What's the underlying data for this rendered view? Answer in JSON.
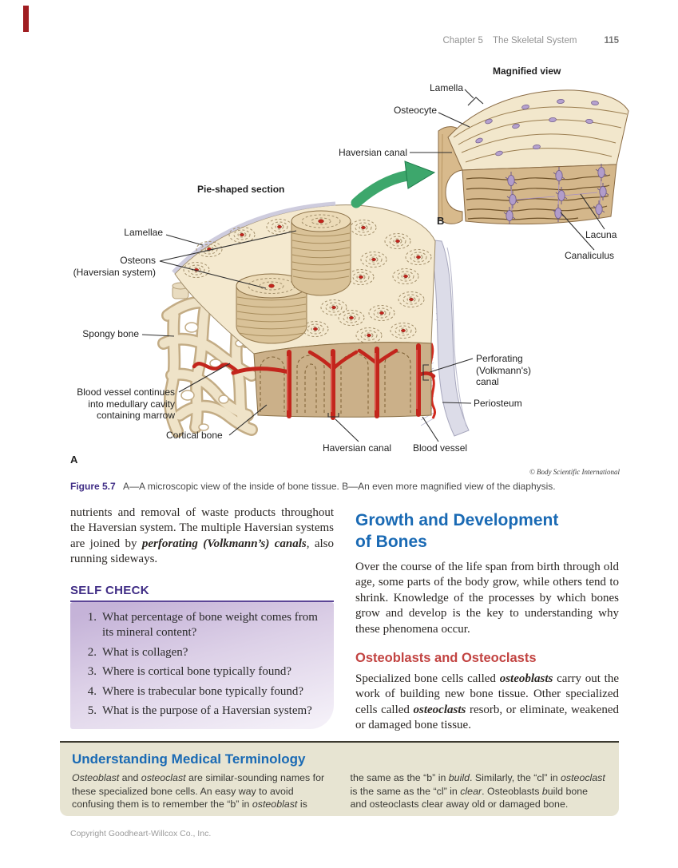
{
  "header": {
    "chapter": "Chapter 5",
    "book_title": "The Skeletal System",
    "page_number": "115"
  },
  "figure": {
    "labels": {
      "magnified_view": "Magnified view",
      "lamella": "Lamella",
      "osteocyte": "Osteocyte",
      "haversian_canal_top": "Haversian canal",
      "b_marker": "B",
      "lacuna": "Lacuna",
      "canaliculus": "Canaliculus",
      "pie_shaped_section": "Pie-shaped section",
      "lamellae": "Lamellae",
      "osteons": "Osteons",
      "osteons_sub": "(Haversian system)",
      "spongy_bone": "Spongy bone",
      "blood_vessel_line1": "Blood vessel continues",
      "blood_vessel_line2": "into medullary cavity",
      "blood_vessel_line3": "containing marrow",
      "cortical_bone": "Cortical bone",
      "haversian_canal_bottom": "Haversian canal",
      "blood_vessel": "Blood vessel",
      "perforating_line1": "Perforating",
      "perforating_line2": "(Volkmann's)",
      "perforating_line3": "canal",
      "periosteum": "Periosteum",
      "a_marker": "A"
    },
    "credit": "© Body Scientific International",
    "caption": {
      "label": "Figure 5.7",
      "text": "A—A microscopic view of the inside of bone tissue. B—An even more magnified view of the diaphysis."
    }
  },
  "left_column": {
    "intro": {
      "part1": "nutrients and removal of waste products throughout the Haversian system. The multiple Haversian systems are joined by ",
      "term": "perforating (Volkmann’s) canals",
      "part2": ", also running sideways."
    },
    "self_check": {
      "title": "SELF CHECK",
      "questions": [
        {
          "num": "1.",
          "text": "What percentage of bone weight comes from its mineral content?"
        },
        {
          "num": "2.",
          "text": "What is collagen?"
        },
        {
          "num": "3.",
          "text": "Where is cortical bone typically found?"
        },
        {
          "num": "4.",
          "text": "Where is trabecular bone typically found?"
        },
        {
          "num": "5.",
          "text": "What is the purpose of a Haversian system?"
        }
      ]
    }
  },
  "right_column": {
    "heading_line1": "Growth and Development",
    "heading_line2": "of Bones",
    "intro": "Over the course of the life span from birth through old age, some parts of the body grow, while others tend to shrink. Knowledge of the processes by which bones grow and develop is the key to understanding why these phenomena occur.",
    "subheading": "Osteoblasts and Osteoclasts",
    "body": {
      "part1": "Specialized bone cells called ",
      "term1": "osteoblasts",
      "part2": " carry out the work of building new bone tissue. Other specialized cells called ",
      "term2": "osteoclasts",
      "part3": " resorb, or eliminate, weakened or damaged bone tissue."
    }
  },
  "terminology": {
    "title": "Understanding Medical Terminology",
    "col1": {
      "i1": "Osteoblast",
      "p1": " and ",
      "i2": "osteoclast",
      "p2": " are similar-sounding names for these specialized bone cells. An easy way to avoid confusing them is to remember the “b” in ",
      "i3": "osteoblast",
      "p3": " is"
    },
    "col2": {
      "p1": "the same as the “b” in ",
      "i1": "build",
      "p2": ". Similarly, the “cl” in ",
      "i2": "osteoclast",
      "p3": " is the same as the “cl” in ",
      "i3": "clear",
      "p4": ". Osteoblasts ",
      "i4": "b",
      "p5": "uild bone and osteoclasts ",
      "i5": "c",
      "p6": "lear away old or damaged bone."
    }
  },
  "footer": "Copyright Goodheart-Willcox Co., Inc.",
  "colors": {
    "figure_purple": "#3f2c85",
    "heading_blue": "#1a6ab4",
    "subheading_red": "#c24341",
    "terminology_bg": "#e7e4d2",
    "vessel_red": "#c3251c",
    "arrow_green": "#3da76c"
  }
}
